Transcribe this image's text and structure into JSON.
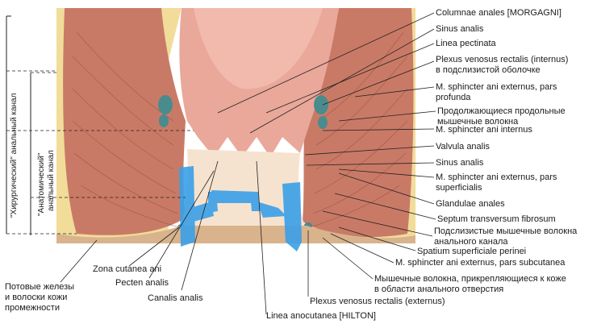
{
  "labels": {
    "columnae_anales": "Columnae anales [MORGAGNI]",
    "sinus_analis_top": "Sinus analis",
    "linea_pectinata": "Linea pectinata",
    "plexus_internus_1": "Plexus venosus rectalis (internus)",
    "plexus_internus_2": "в подслизистой оболочке",
    "sphincter_ext_profunda_1": "M. sphincter ani externus, pars",
    "sphincter_ext_profunda_2": "profunda",
    "longitudinal_1": "Продолжающиеся продольные",
    "longitudinal_2": "мышечные волокна",
    "sphincter_internus": "M. sphincter ani internus",
    "valvula_analis": "Valvula analis",
    "sinus_analis_mid": "Sinus analis",
    "sphincter_ext_superficialis_1": "M. sphincter ani externus, pars",
    "sphincter_ext_superficialis_2": "superficialis",
    "glandulae_anales": "Glandulae anales",
    "septum": "Septum transversum fibrosum",
    "submucosal_1": "Подслизистые мышечные волокна",
    "submucosal_2": "анального канала",
    "spatium": "Spatium superficiale perinei",
    "sphincter_subcutanea": "M. sphincter ani externus, pars subcutanea",
    "fibers_skin_1": "Мышечные волокна, прикрепляющиеся к коже",
    "fibers_skin_2": "в области анального отверстия",
    "plexus_externus": "Plexus venosus rectalis (externus)",
    "linea_anocutanea": "Linea anocutanea [HILTON]",
    "canalis_analis": "Canalis analis",
    "pecten_analis": "Pecten analis",
    "zona_cutanea": "Zona cutanea ani",
    "glands_hair_1": "Потовые железы",
    "glands_hair_2": "и волоски кожи",
    "glands_hair_3": "промежности",
    "surgical_canal": "\"Хирургический\" анальный канал",
    "anatomical_canal_1": "\"Анатомический\"",
    "anatomical_canal_2": "анальный канал"
  },
  "colors": {
    "annotation_blue": "#3aa0e8",
    "muscle": "#c97a66",
    "mucosa": "#e9a89a",
    "fat": "#f1dc9a",
    "line": "#222222"
  }
}
